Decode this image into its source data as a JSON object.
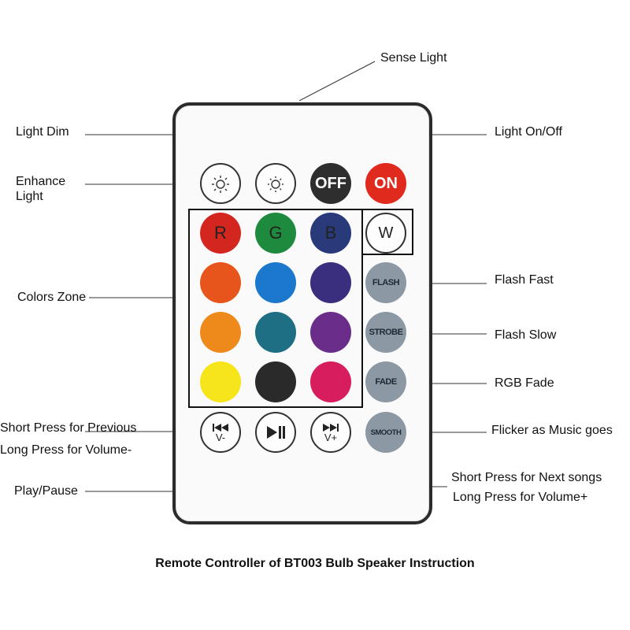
{
  "title": "Remote Controller of BT003 Bulb Speaker Instruction",
  "labels": {
    "sense_light": "Sense Light",
    "light_dim": "Light Dim",
    "light_on_off": "Light On/Off",
    "enhance_light_1": "Enhance",
    "enhance_light_2": "Light",
    "colors_zone": "Colors Zone",
    "flash_fast": "Flash Fast",
    "flash_slow": "Flash Slow",
    "rgb_fade": "RGB Fade",
    "flicker": "Flicker as Music goes",
    "prev_1": "Short Press for Previous",
    "prev_2": "Long Press for Volume-",
    "play_pause": "Play/Pause",
    "next_1": "Short Press for Next songs",
    "next_2": "Long Press for Volume+"
  },
  "buttons": {
    "off": "OFF",
    "on": "ON",
    "r": "R",
    "g": "G",
    "b": "B",
    "w": "W",
    "flash": "FLASH",
    "strobe": "STROBE",
    "fade": "FADE",
    "smooth": "SMOOTH",
    "vminus": "V-",
    "vplus": "V+"
  },
  "colors": {
    "red": "#d2261f",
    "green": "#1e8a3e",
    "blue": "#283a7a",
    "row2": [
      "#e8551c",
      "#1b78cc",
      "#3a2e7e"
    ],
    "row3": [
      "#ee8a1c",
      "#1e6e84",
      "#6a2d8a"
    ],
    "row4": [
      "#f6e51a",
      "#2a2a2a",
      "#d81d5e"
    ],
    "gray_button": "#8c98a3"
  }
}
